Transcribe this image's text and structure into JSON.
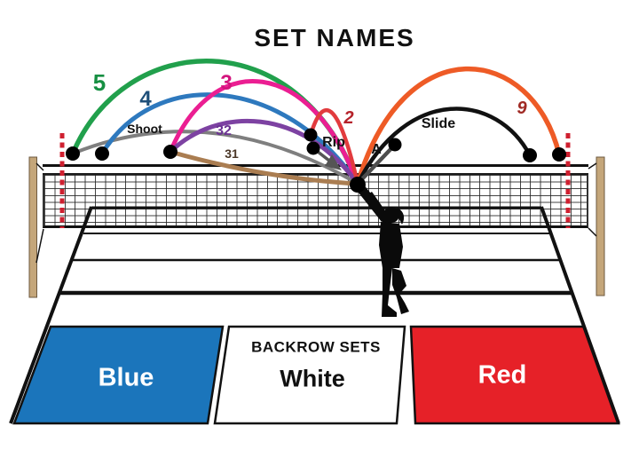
{
  "title": "SET NAMES",
  "sets": {
    "five": {
      "label": "5",
      "arc_color": "#21a04c",
      "label_color": "#168f42"
    },
    "four": {
      "label": "4",
      "arc_color": "#2e79be",
      "label_color": "#1d4e79"
    },
    "three": {
      "label": "3",
      "arc_color": "#eb1e92",
      "label_color": "#d3147d"
    },
    "thirty_two": {
      "label": "32",
      "arc_color": "#7d42a2",
      "label_color": "#6b3293"
    },
    "thirty_one": {
      "label": "31",
      "arc_color": "#aa7d51",
      "label_color": "#4a3626"
    },
    "shoot": {
      "label": "Shoot",
      "arc_color": "#7f7f7f",
      "label_color": "#111111"
    },
    "two": {
      "label": "2",
      "arc_color": "#e23b3e",
      "label_color": "#b5222a"
    },
    "rip": {
      "label": "Rip",
      "arc_color": "#555555",
      "label_color": "#111111"
    },
    "a": {
      "label": "A",
      "arc_color": "#4d4d4d",
      "label_color": "#111111"
    },
    "slide": {
      "label": "Slide",
      "arc_color": "#111111",
      "label_color": "#111111"
    },
    "nine": {
      "label": "9",
      "arc_color": "#ee5b26",
      "label_color": "#a02a24"
    }
  },
  "backrow": {
    "heading": "BACKROW SETS",
    "zones": {
      "blue": {
        "label": "Blue",
        "fill": "#1b75bb",
        "text_color": "#ffffff"
      },
      "white": {
        "label": "White",
        "fill": "#ffffff",
        "text_color": "#111111"
      },
      "red": {
        "label": "Red",
        "fill": "#e62128",
        "text_color": "#ffffff"
      }
    }
  },
  "court": {
    "line_color": "#111111",
    "antenna_color": "#cf2030",
    "pole_color": "#c4a67a",
    "dot_color": "#000000",
    "player_color": "#0a0a0a"
  }
}
